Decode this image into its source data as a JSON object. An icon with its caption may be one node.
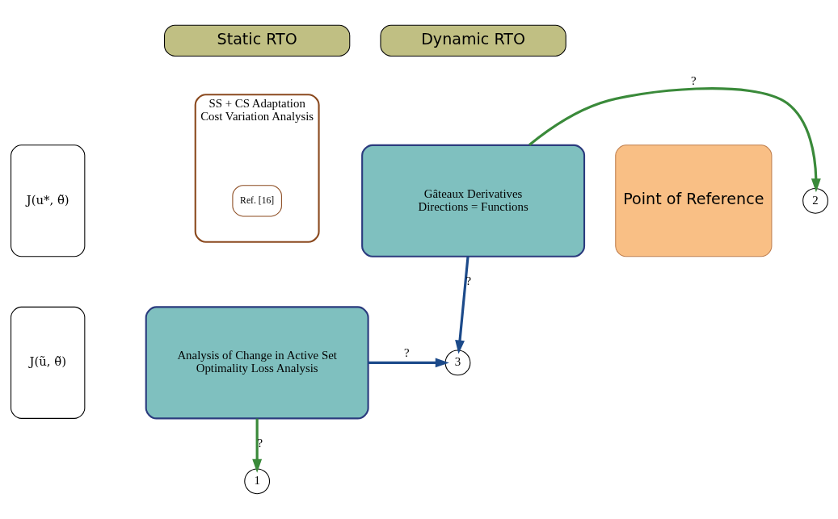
{
  "diagram": {
    "nodes": [
      {
        "text": [
          "Static RTO"
        ]
      },
      {
        "text": [
          "Dynamic RTO"
        ]
      },
      {
        "text": [
          "Point of Reference"
        ]
      },
      {
        "text": [
          "J(u*, θ̃)"
        ]
      },
      {
        "text": [
          "SS + CS Adaptation",
          "Cost Variation Analysis"
        ]
      },
      {
        "text": [
          "Ref. [16]"
        ],
        "in": 4
      },
      {
        "text": [
          "Gâteaux Derivatives",
          "Directions = Functions"
        ]
      },
      {
        "text": [
          "J(ũ, θ̃)"
        ]
      },
      {
        "text": [
          "Analysis of Change in Active Set",
          "Optimality Loss Analysis"
        ]
      },
      {
        "text": [
          "1"
        ]
      },
      {
        "text": [
          "2"
        ]
      },
      {
        "text": [
          "3"
        ]
      }
    ],
    "edges": [
      {
        "from": 8,
        "to": 9,
        "arrow": "to",
        "label": "?",
        "color": "#3a8a3a"
      },
      {
        "from": 6,
        "to": 10,
        "arrow": "to",
        "label": "?",
        "color": "#3a8a3a"
      },
      {
        "from": 8,
        "to": 11,
        "arrow": "to",
        "label": "?",
        "color": "#1c4a8a"
      },
      {
        "from": 6,
        "to": 11,
        "arrow": "to",
        "label": "?",
        "color": "#1c4a8a"
      }
    ]
  }
}
